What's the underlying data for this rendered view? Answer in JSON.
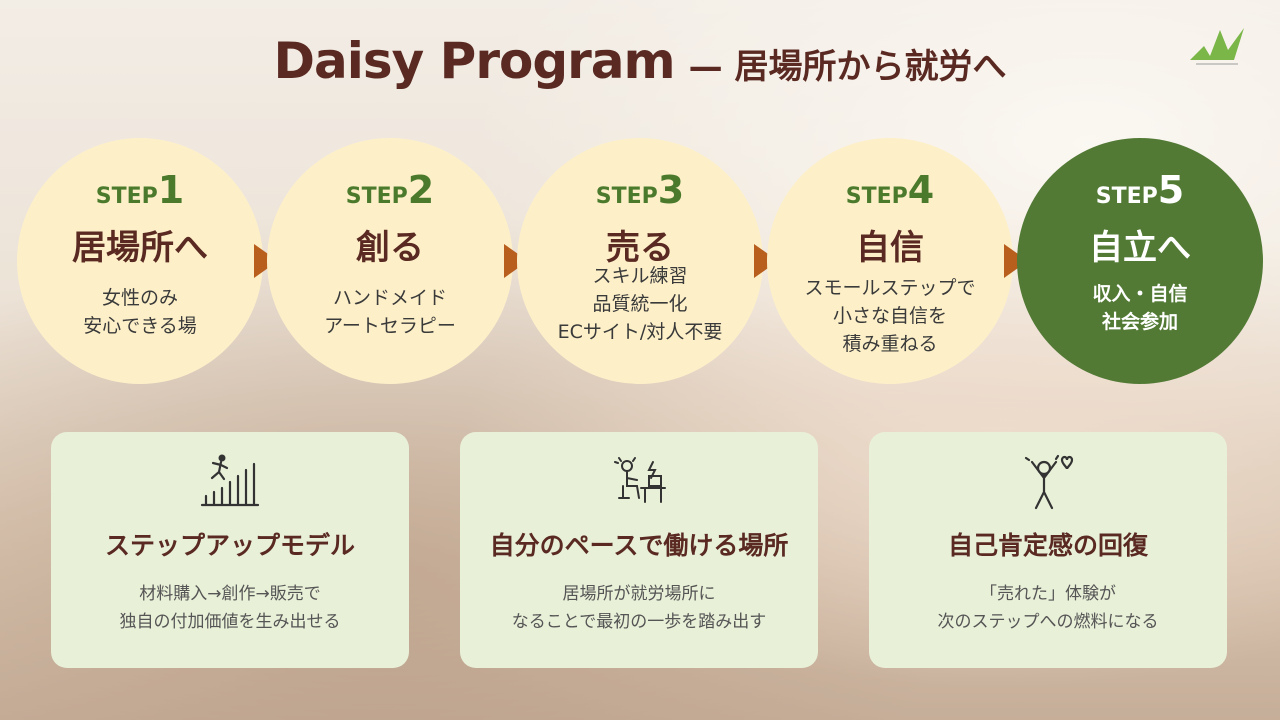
{
  "header": {
    "title_main": "Daisy Program",
    "title_sub": "— 居場所から就労へ"
  },
  "logo": {
    "icon": "grass-leaf-logo",
    "color": "#7ab648"
  },
  "steps": [
    {
      "word": "STEP",
      "num": "1",
      "title": "居場所へ",
      "desc": [
        "女性のみ",
        "安心できる場"
      ]
    },
    {
      "word": "STEP",
      "num": "2",
      "title": "創る",
      "desc": [
        "ハンドメイド",
        "アートセラピー"
      ]
    },
    {
      "word": "STEP",
      "num": "3",
      "title": "売る",
      "desc": [
        "スキル練習",
        "品質統一化",
        "ECサイト/対人不要"
      ]
    },
    {
      "word": "STEP",
      "num": "4",
      "title": "自信",
      "desc": [
        "スモールステップで",
        "小さな自信を",
        "積み重ねる"
      ]
    },
    {
      "word": "STEP",
      "num": "5",
      "title": "自立へ",
      "desc": [
        "収入・自信",
        "社会参加"
      ]
    }
  ],
  "cards": [
    {
      "icon": "stairs-growth-icon",
      "title": "ステップアップモデル",
      "desc": [
        "材料購入→創作→販売で",
        "独自の付加価値を生み出せる"
      ]
    },
    {
      "icon": "person-at-desk-icon",
      "title": "自分のペースで働ける場所",
      "desc": [
        "居場所が就労場所に",
        "なることで最初の一歩を踏み出す"
      ]
    },
    {
      "icon": "celebrating-person-icon",
      "title": "自己肯定感の回復",
      "desc": [
        "「売れた」体験が",
        "次のステップへの燃料になる"
      ]
    }
  ],
  "colors": {
    "circle_fill": "#fdf0c9",
    "final_circle_fill": "#527a35",
    "step_label": "#4b7a2c",
    "heading_text": "#5a2a22",
    "arrow": "#b85f1e",
    "card_fill": "#e8f0d8"
  }
}
